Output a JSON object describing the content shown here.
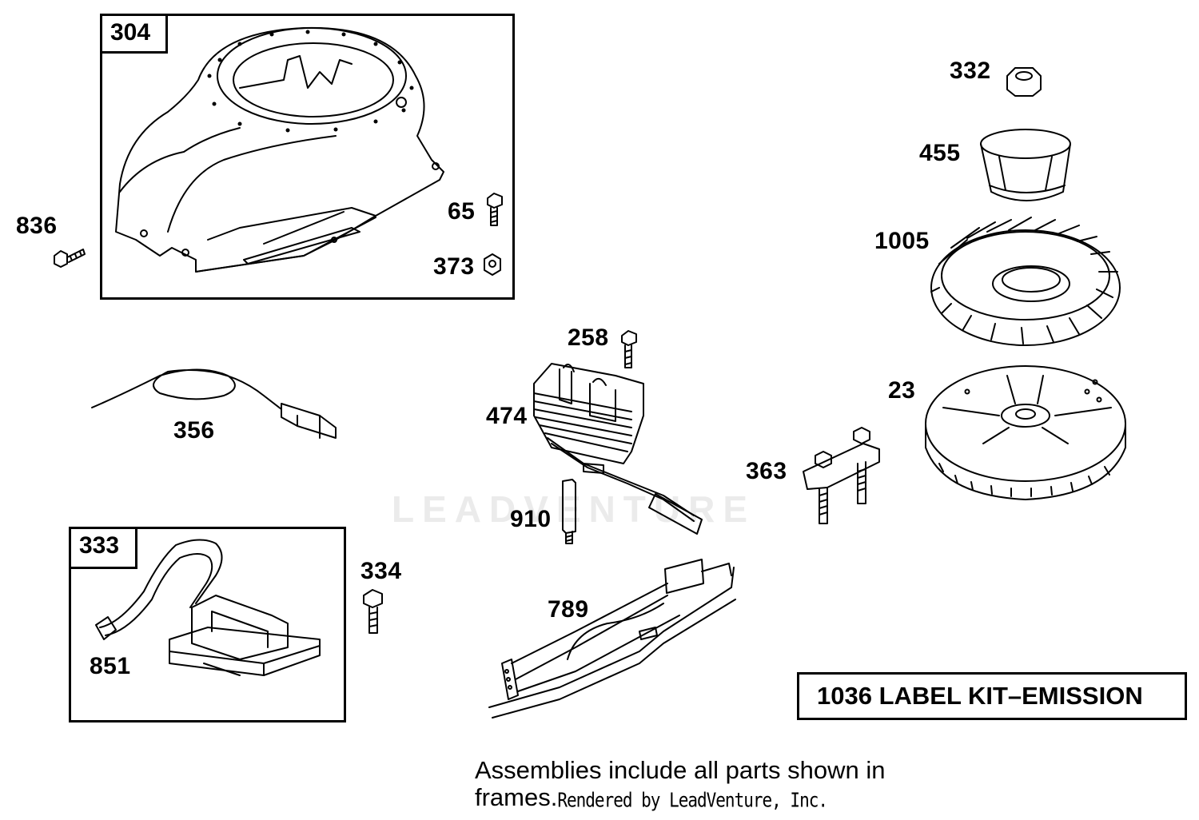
{
  "watermark": "LEADVENTURE",
  "frames": {
    "blower_housing": {
      "tag": "304"
    },
    "armature": {
      "tag": "333"
    }
  },
  "labels": {
    "p836": "836",
    "p65": "65",
    "p373": "373",
    "p332": "332",
    "p455": "455",
    "p1005": "1005",
    "p258": "258",
    "p474": "474",
    "p23": "23",
    "p356": "356",
    "p363": "363",
    "p910": "910",
    "p334": "334",
    "p789": "789",
    "p851": "851"
  },
  "kit_label": "1036 LABEL KIT–EMISSION",
  "note": {
    "line1": "Assemblies include all parts shown in",
    "line2": "frames.",
    "credit": "Rendered by LeadVenture, Inc."
  }
}
